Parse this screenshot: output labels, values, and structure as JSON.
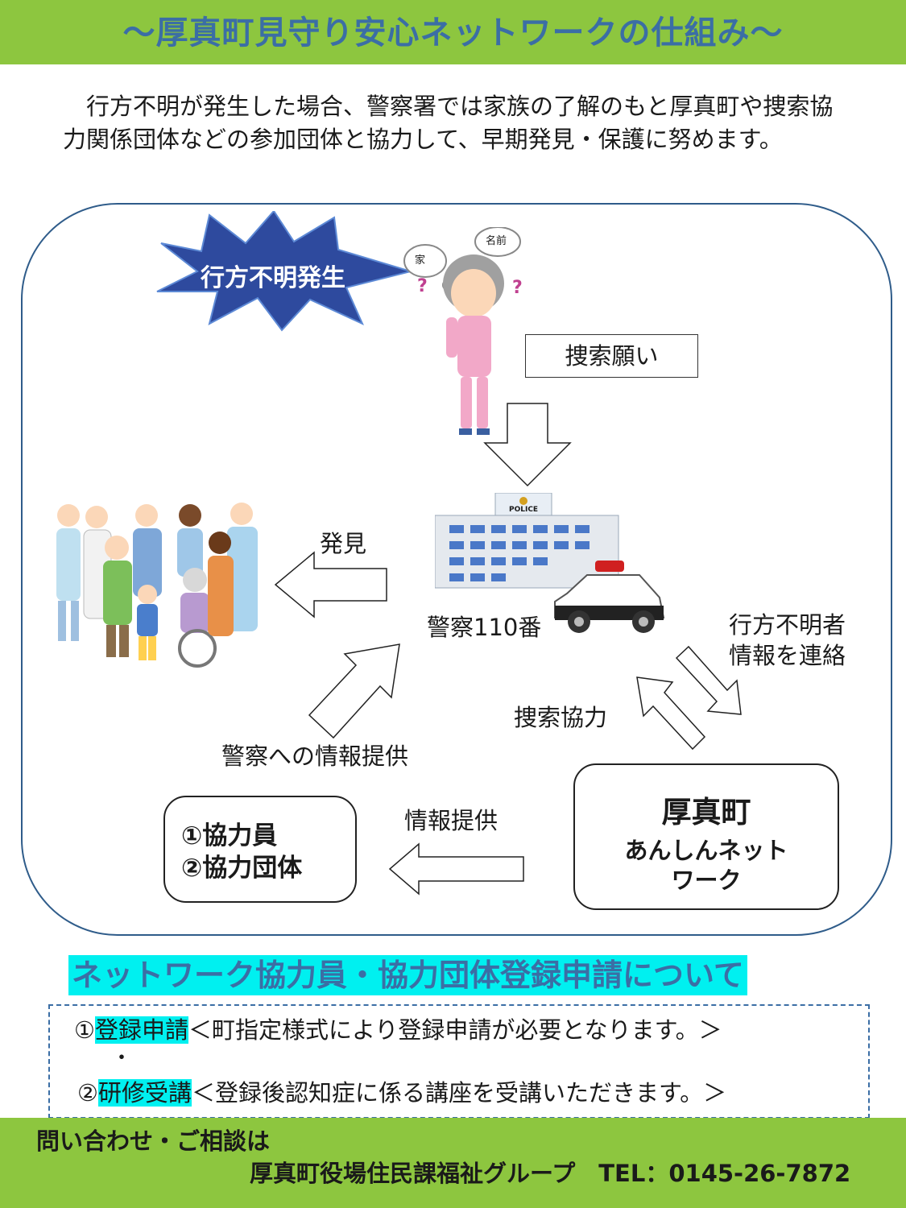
{
  "header": {
    "title": "〜厚真町見守り安心ネットワークの仕組み〜"
  },
  "intro": "　行方不明が発生した場合、警察署では家族の了解のもと厚真町や捜索協力関係団体などの参加団体と協力して、早期発見・保護に努めます。",
  "diagram": {
    "burst": "行方不明発生",
    "thought_home": "家",
    "thought_name": "名前",
    "request": "捜索願い",
    "police_sign": "POLICE",
    "found": "発見",
    "police_110": "警察110番",
    "missing_info": "行方不明者\n情報を連絡",
    "search_coop": "捜索協力",
    "info_to_police": "警察への情報提供",
    "info_provide": "情報提供",
    "members": [
      "①協力員",
      "②協力団体"
    ],
    "town_title": "厚真町",
    "town_sub": "あんしんネット\nワーク"
  },
  "registration": {
    "heading": "ネットワーク協力員・協力団体登録申請について",
    "items": [
      {
        "num": "①",
        "term": "登録申請",
        "desc": "＜町指定様式により登録申請が必要となります。＞"
      },
      {
        "num": "②",
        "term": "研修受講",
        "desc": "＜登録後認知症に係る講座を受講いただきます。＞"
      }
    ],
    "dot": "・"
  },
  "footer": {
    "question": "問い合わせ・ご相談は",
    "contact": "厚真町役場住民課福祉グループ　TEL：0145-26-7872"
  },
  "colors": {
    "banner": "#8dc63f",
    "title": "#3b6ea5",
    "highlight": "#00f0f0",
    "burst": "#2e4a9e"
  }
}
